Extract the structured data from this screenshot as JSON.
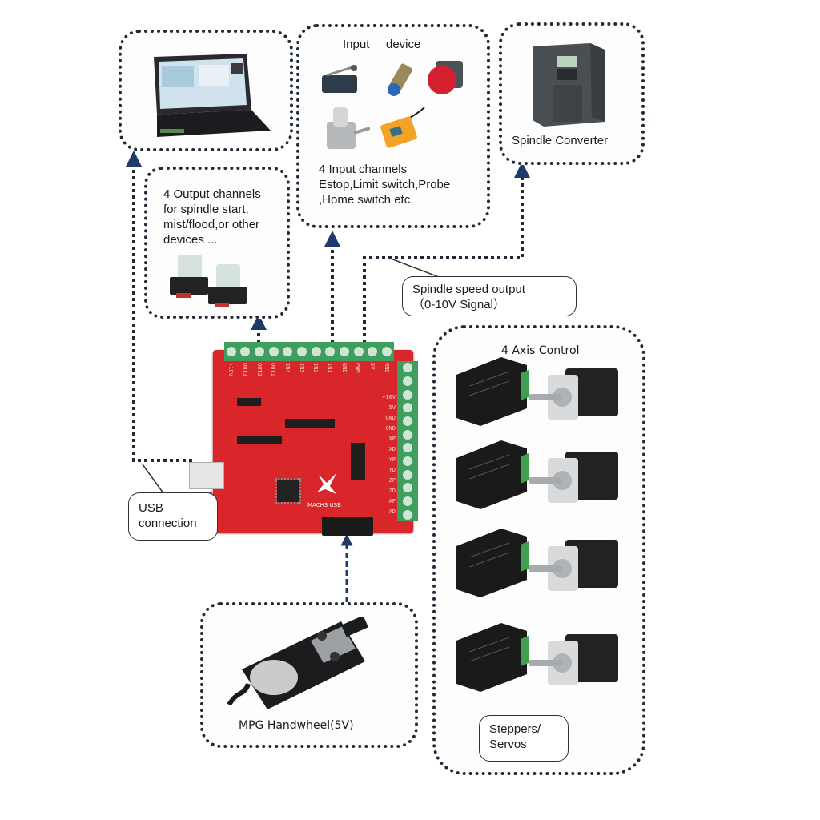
{
  "diagram": {
    "title": "USB CNC motion controller connection diagram",
    "colors": {
      "board_red": "#d8262a",
      "terminal_green": "#3f9e5e",
      "dotted_line": "#1f2a36",
      "arrow": "#1e3a6b"
    },
    "nodes": {
      "computer": {
        "icon": "laptop-icon"
      },
      "input_device": {
        "title_word1": "Input",
        "title_word2": "device",
        "lines": [
          "4 Input channels",
          "Estop,Limit switch,Probe",
          ",Home switch etc."
        ],
        "icons": [
          "microswitch-icon",
          "proximity-sensor-icon",
          "estop-button-icon",
          "plunger-switch-icon",
          "inductive-sensor-icon"
        ]
      },
      "spindle_converter": {
        "label": "Spindle Converter",
        "icon": "vfd-inverter-icon"
      },
      "output_channels": {
        "lines": [
          "4 Output channels",
          "for spindle start,",
          "mist/flood,or other",
          "devices ..."
        ],
        "icon": "relay-icon"
      },
      "axis_control": {
        "title": "4 Axis Control",
        "drivers": [
          "driver-1",
          "driver-2",
          "driver-3",
          "driver-4"
        ],
        "callout_lines": [
          "Steppers/",
          "Servos"
        ]
      },
      "mpg": {
        "label": "MPG Handwheel(5V)",
        "icon": "handwheel-icon"
      }
    },
    "callouts": {
      "usb": [
        "USB",
        "connection"
      ],
      "spindle_speed": [
        "Spindle speed output",
        "（0-10V Signal）"
      ]
    },
    "board": {
      "top_pins": [
        "+10V",
        "OUT3",
        "OUT2",
        "OUT1",
        "IN4",
        "IN3",
        "IN2",
        "IN1",
        "GND",
        "PWM",
        "5V",
        "GND"
      ],
      "right_pins": [
        "+10V",
        "5V",
        "GND",
        "GND",
        "XP",
        "XD",
        "YP",
        "YD",
        "ZP",
        "ZD",
        "AP",
        "AD"
      ],
      "brand": "MACH3 USB"
    }
  }
}
